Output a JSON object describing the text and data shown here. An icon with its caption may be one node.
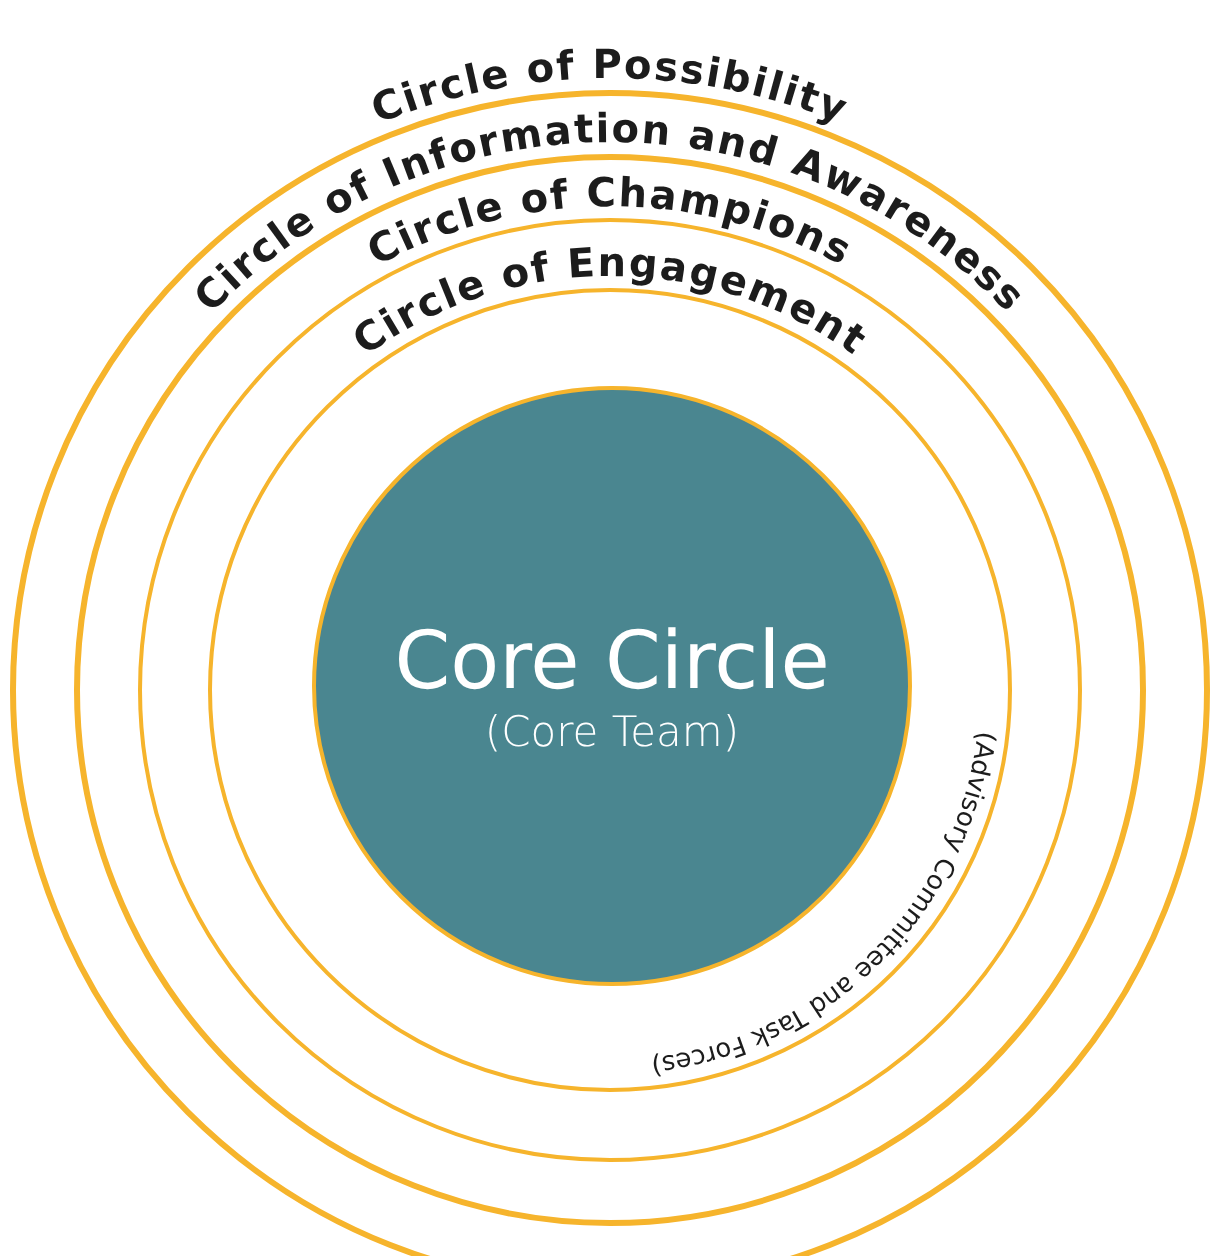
{
  "diagram": {
    "nodes": [
      {
        "text": [
          "Circle of Possibility"
        ]
      },
      {
        "text": [
          "Circle of Information and Awareness"
        ],
        "in": 0
      },
      {
        "text": [
          "Circle of Champions"
        ],
        "in": 1
      },
      {
        "text": [
          "Circle of Engagement",
          "(Advisory Committee and Task Forces)"
        ],
        "in": 2
      },
      {
        "text": [
          "Core Circle",
          "(Core Team)"
        ],
        "in": 3
      }
    ]
  }
}
